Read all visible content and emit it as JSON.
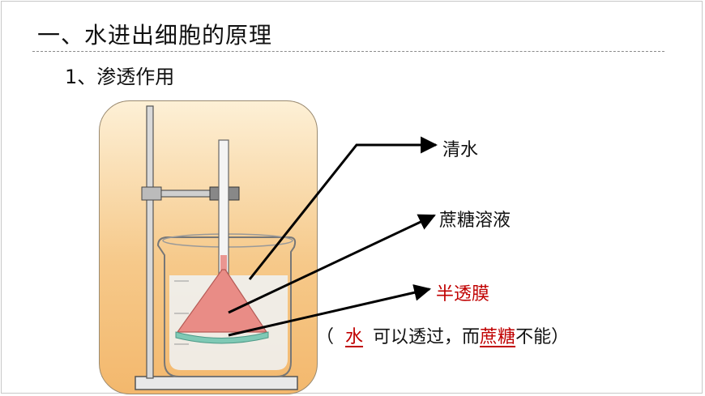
{
  "slide": {
    "title": "一、水进出细胞的原理",
    "subtitle": "1、渗透作用"
  },
  "diagram": {
    "labels": {
      "water": "清水",
      "sucrose_solution": "蔗糖溶液",
      "membrane": "半透膜"
    },
    "note": {
      "open": "（",
      "blank1": "水",
      "middle": "可以透过，而",
      "blank2": "蔗糖",
      "end": "不能）"
    },
    "colors": {
      "membrane_label": "#c00000",
      "answer": "#c00000",
      "solution": "#e98c86",
      "membrane_layer": "#7fc9b5"
    }
  }
}
